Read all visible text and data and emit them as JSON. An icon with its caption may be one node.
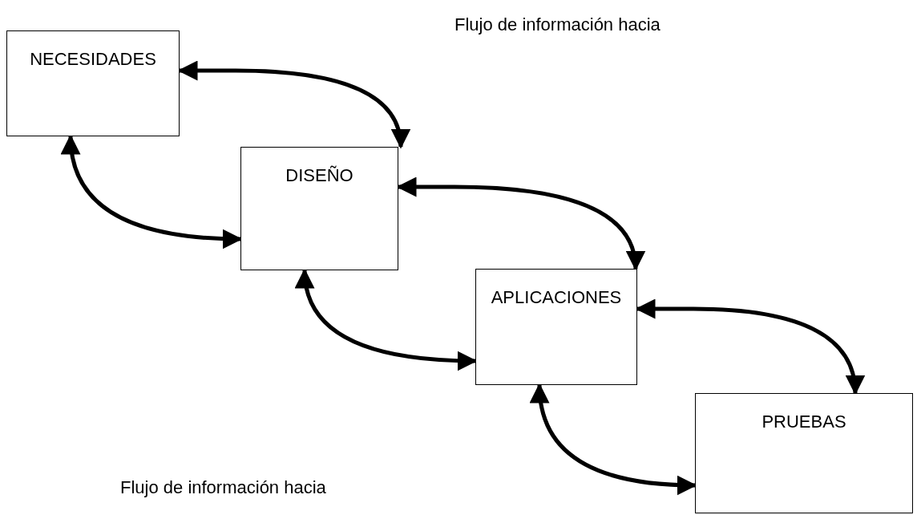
{
  "diagram": {
    "nodes": [
      {
        "text": [
          "NECESIDADES"
        ]
      },
      {
        "text": [
          "DISEÑO"
        ]
      },
      {
        "text": [
          "APLICACIONES"
        ]
      },
      {
        "text": [
          "PRUEBAS"
        ]
      }
    ],
    "edges": [
      {
        "from": 0,
        "to": 1,
        "arrow": "both"
      },
      {
        "from": 0,
        "to": 1,
        "arrow": "both"
      },
      {
        "from": 1,
        "to": 2,
        "arrow": "both"
      },
      {
        "from": 1,
        "to": 2,
        "arrow": "both"
      },
      {
        "from": 2,
        "to": 3,
        "arrow": "both"
      },
      {
        "from": 2,
        "to": 3,
        "arrow": "both"
      }
    ],
    "labels": [
      "Flujo de información hacia",
      "Flujo de información hacia"
    ]
  }
}
